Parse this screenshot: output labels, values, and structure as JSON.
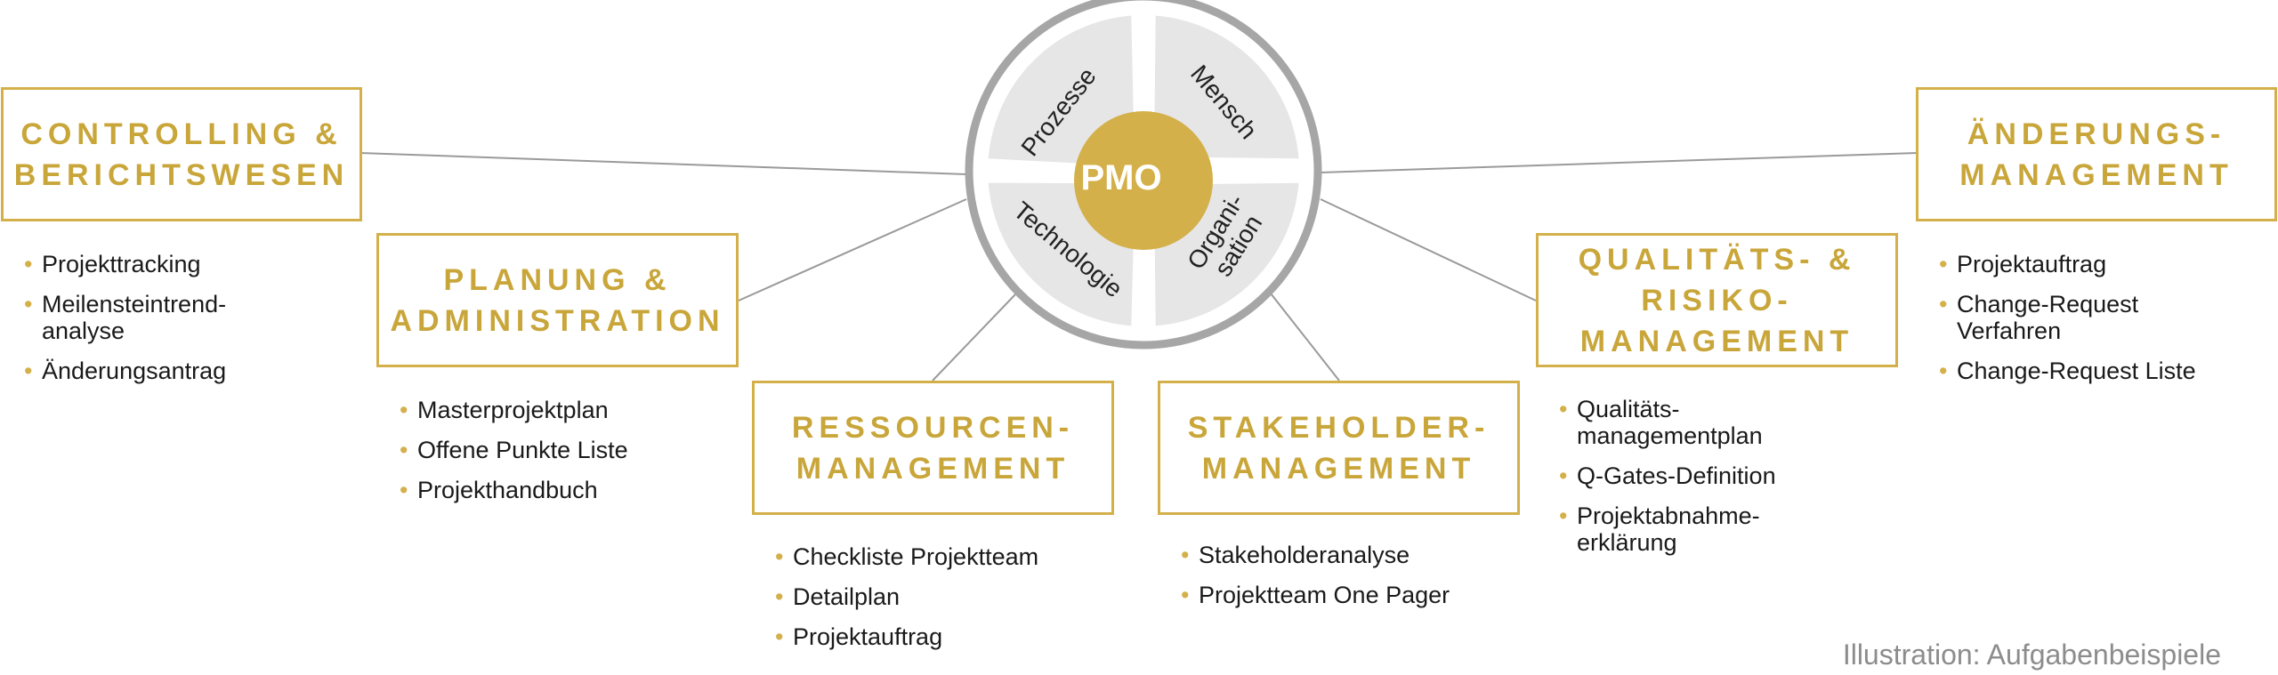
{
  "center": {
    "label": "PMO",
    "segments": [
      "Prozesse",
      "Mensch",
      "Technologie",
      "Organi-\nsation"
    ]
  },
  "boxes": [
    {
      "id": "controlling",
      "lines": [
        "Controlling &",
        "Berichtswesen"
      ],
      "items": [
        "Projekttracking",
        "Meilensteintrend-\nanalyse",
        "Änderungsantrag"
      ]
    },
    {
      "id": "planung",
      "lines": [
        "Planung &",
        "Administration"
      ],
      "items": [
        "Masterprojektplan",
        "Offene Punkte Liste",
        "Projekthandbuch"
      ]
    },
    {
      "id": "ressourcen",
      "lines": [
        "Ressourcen-",
        "management"
      ],
      "items": [
        "Checkliste Projektteam",
        "Detailplan",
        "Projektauftrag"
      ]
    },
    {
      "id": "stakeholder",
      "lines": [
        "Stakeholder-",
        "management"
      ],
      "items": [
        "Stakeholderanalyse",
        "Projektteam One Pager"
      ]
    },
    {
      "id": "qualitaet",
      "lines": [
        "Qualitäts- &",
        "Risiko-",
        "management"
      ],
      "items": [
        "Qualitäts-\nmanagementplan",
        "Q-Gates-Definition",
        "Projektabnahme-\nerklärung"
      ]
    },
    {
      "id": "aenderung",
      "lines": [
        "Änderungs-",
        "management"
      ],
      "items": [
        "Projektauftrag",
        "Change-Request\nVerfahren",
        "Change-Request Liste"
      ]
    }
  ],
  "caption": "Illustration: Aufgabenbeispiele",
  "colors": {
    "gold": "#d4b04a",
    "ring": "#a6a6a6",
    "segment": "#e6e6e6",
    "line": "#9a9a9a"
  }
}
